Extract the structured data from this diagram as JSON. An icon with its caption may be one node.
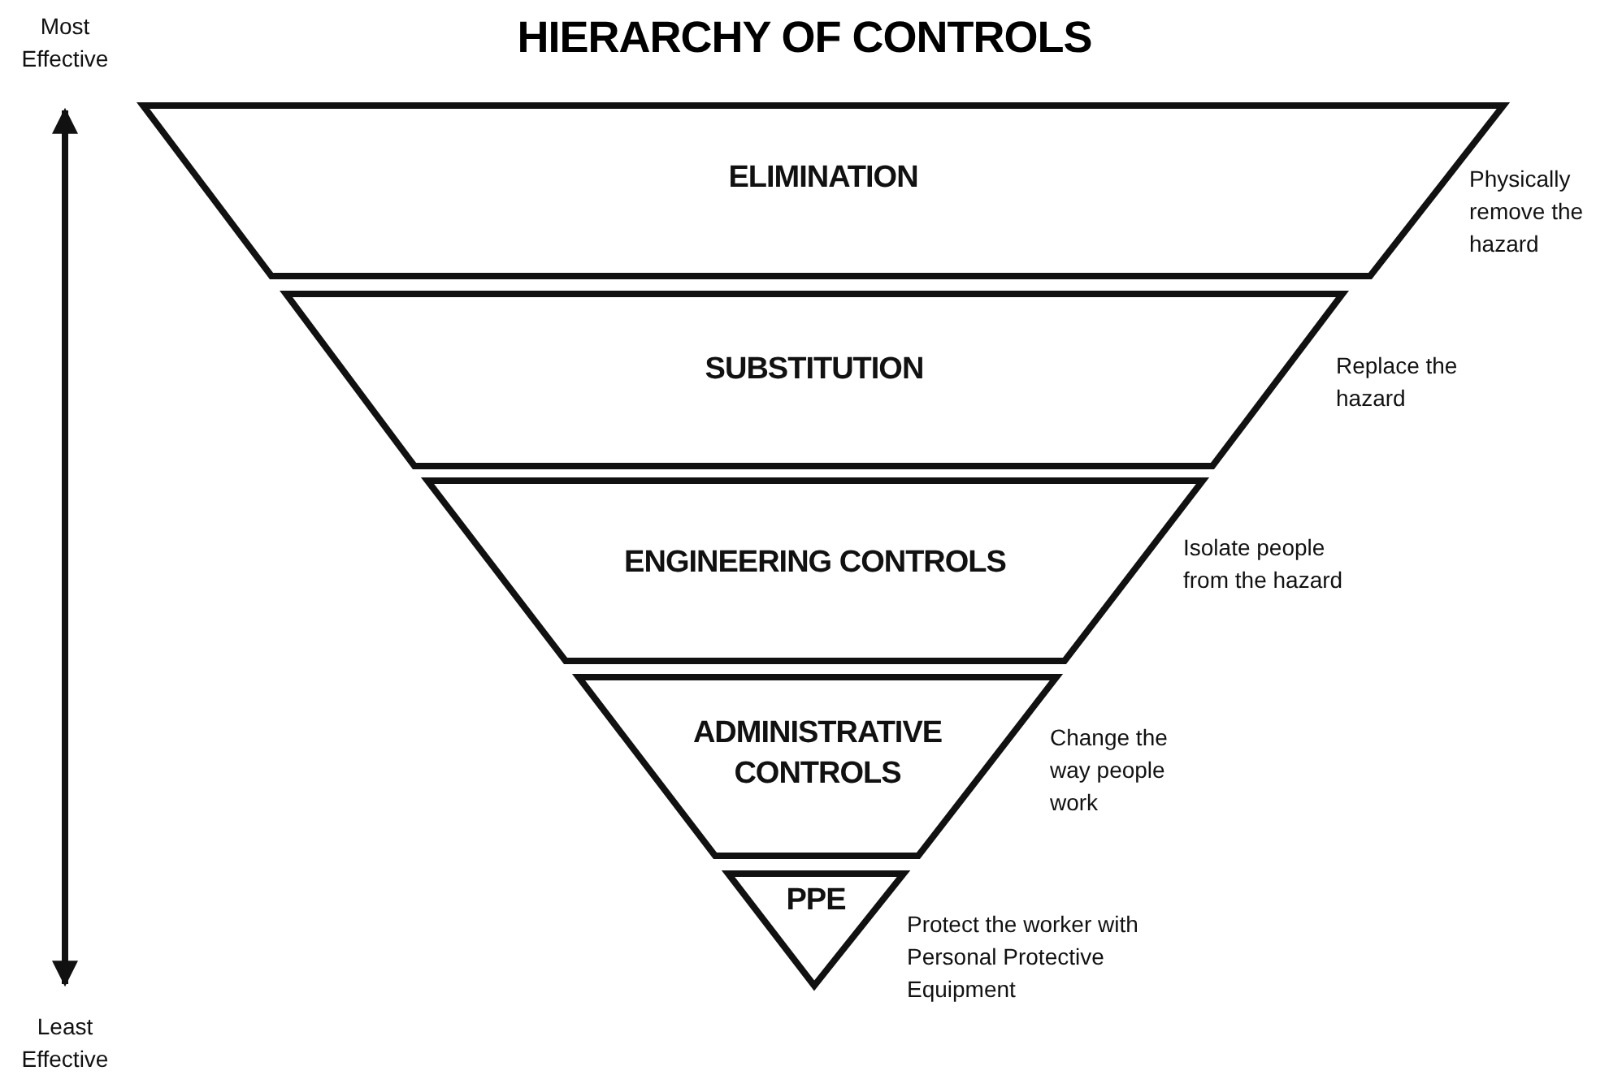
{
  "diagram": {
    "title": "HIERARCHY OF CONTROLS",
    "nodes": [
      {
        "text": [
          "ELIMINATION"
        ],
        "beside": [
          "Physically remove the hazard"
        ]
      },
      {
        "text": [
          "SUBSTITUTION"
        ],
        "beside": [
          "Replace the hazard"
        ]
      },
      {
        "text": [
          "ENGINEERING CONTROLS"
        ],
        "beside": [
          "Isolate people from the hazard"
        ]
      },
      {
        "text": [
          "ADMINISTRATIVE CONTROLS"
        ],
        "beside": [
          "Change the way people work"
        ]
      },
      {
        "text": [
          "PPE"
        ],
        "beside": [
          "Protect the worker with Personal Protective Equipment"
        ]
      }
    ],
    "labels": [
      "Most Effective",
      "Least Effective"
    ]
  }
}
